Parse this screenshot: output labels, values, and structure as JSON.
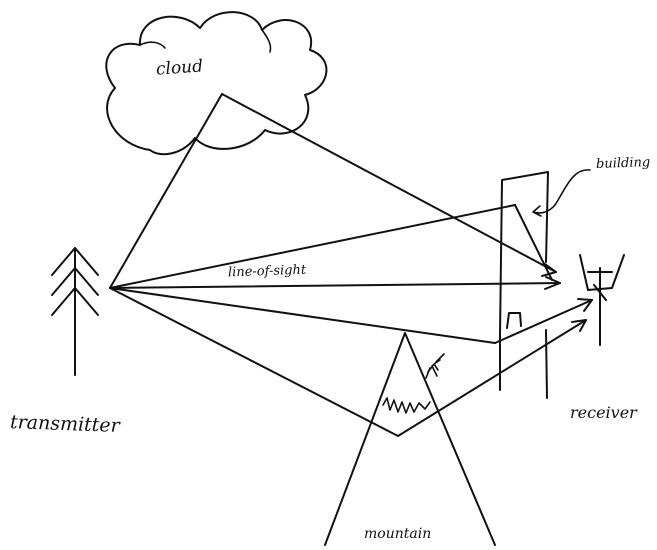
{
  "labels": {
    "cloud": "cloud",
    "building": "building",
    "line_of_sight": "line-of-sight",
    "transmitter": "transmitter",
    "receiver": "receiver",
    "mountain": "mountain"
  },
  "colors": {
    "ink": "#111111",
    "paper": "#ffffff"
  }
}
